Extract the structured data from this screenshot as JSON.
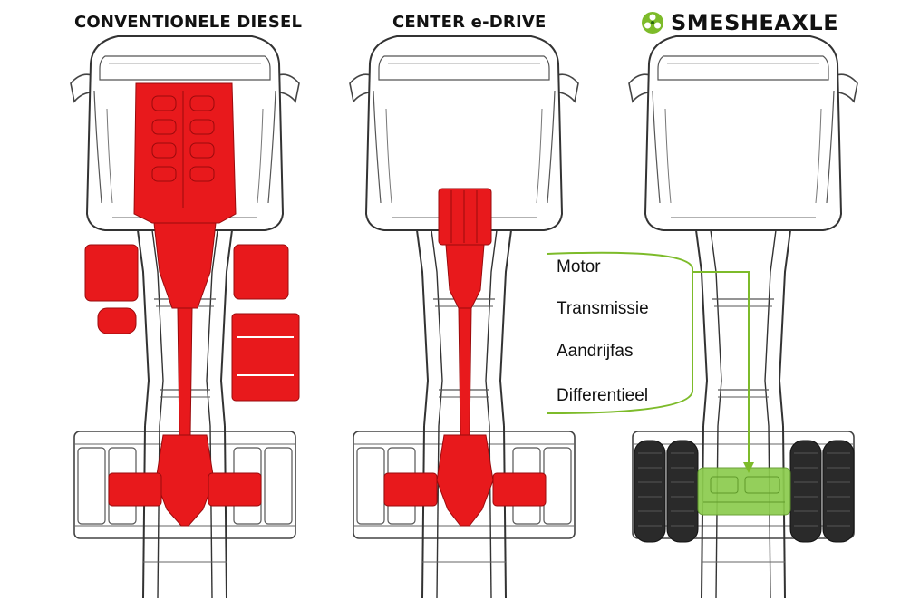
{
  "headings": {
    "diesel": "CONVENTIONELE DIESEL",
    "center": "CENTER e-DRIVE",
    "logo": "SMESHEAXLE"
  },
  "components": {
    "motor": "Motor",
    "transmission": "Transmissie",
    "driveshaft": "Aandrijfas",
    "differential": "Differentieel"
  },
  "colors": {
    "drivetrain_red": "#e8191c",
    "axle_green": "#8ccc4e",
    "bracket_green": "#7dbb2a",
    "outline": "#333333"
  },
  "icons": [
    "gear-cluster-logo-icon"
  ]
}
